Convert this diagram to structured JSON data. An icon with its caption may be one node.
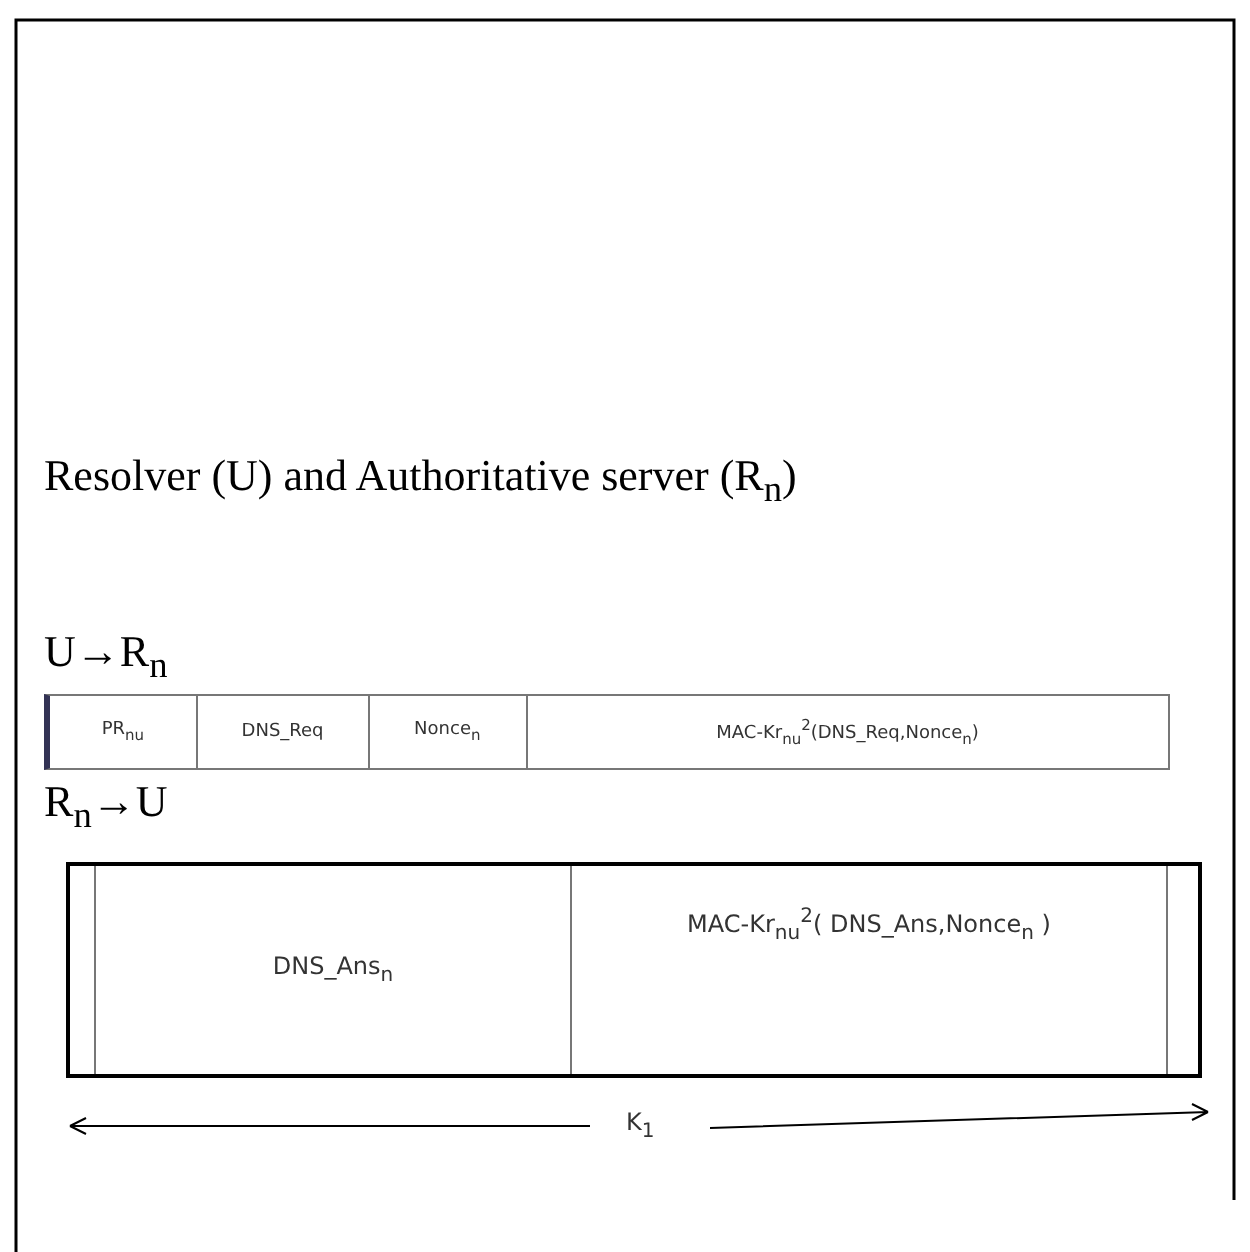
{
  "diagram": {
    "title": "Resolver (U) and Authoritative server (R$_{n}$)",
    "labels": [
      "U→R$_{n}$",
      "PR$_{nu}$",
      "DNS_Req",
      "Nonce$_{n}$",
      "MAC-Kr$_{nu}$$^{2}$(DNS_Req,Nonce$_{n}$)",
      "R$_{n}$→U",
      "DNS_Ans$_{n}$",
      "MAC-Kr$_{nu}$$^{2}$( DNS_Ans,Nonce$_{n}$ )",
      "K$_{1}$"
    ]
  }
}
